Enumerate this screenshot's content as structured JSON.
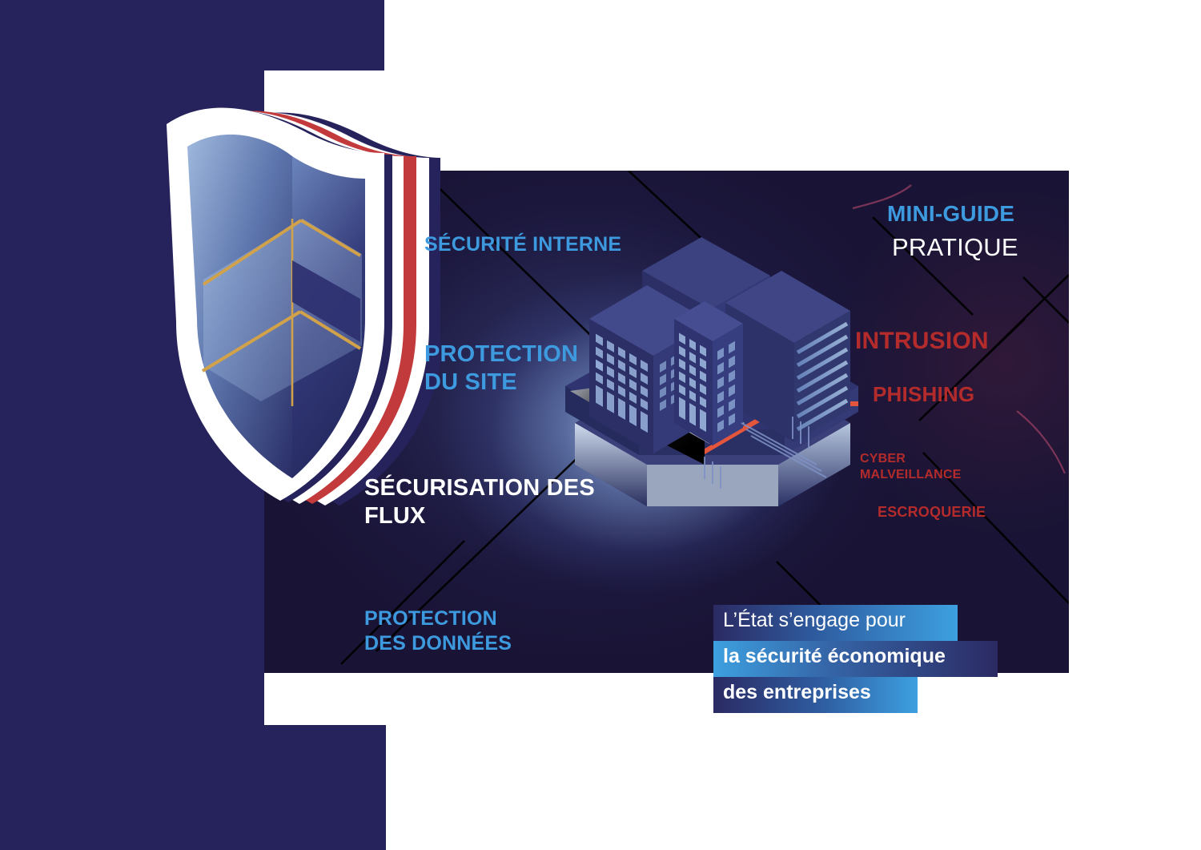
{
  "document": {
    "kind": "infographic-cover",
    "language": "fr"
  },
  "colors": {
    "navy_block": "#26235c",
    "panel_background": "#191435",
    "accent_blue": "#3d9ade",
    "accent_red": "#b42b2b",
    "white": "#ffffff",
    "shield_red": "#c33a3c",
    "shield_navy": "#26235c",
    "shield_gold": "#d1a24a",
    "banner_blue_light": "#3da0e0",
    "banner_navy": "#2b2a63",
    "platform_orange": "#e4563c"
  },
  "labels": {
    "securite_interne": "SÉCURITÉ INTERNE",
    "protection_du_site": "PROTECTION\nDU SITE",
    "securisation_des_flux": "SÉCURISATION DES\nFLUX",
    "protection_des_donnees": "PROTECTION\nDES DONNÉES",
    "mini_guide": "MINI-GUIDE",
    "pratique": "PRATIQUE",
    "intrusion": "INTRUSION",
    "phishing": "PHISHING",
    "cyber_malveillance": "CYBER\nMALVEILLANCE",
    "escroquerie": "ESCROQUERIE"
  },
  "banner": {
    "line1": "L’État s’engage pour",
    "line2": "la sécurité économique",
    "line3": "des entreprises"
  },
  "illustrations": {
    "shield": "layered-tricolor-shield-icon",
    "city": "isometric-city-block-illustration",
    "background_lines": "diagonal-line-pattern"
  }
}
